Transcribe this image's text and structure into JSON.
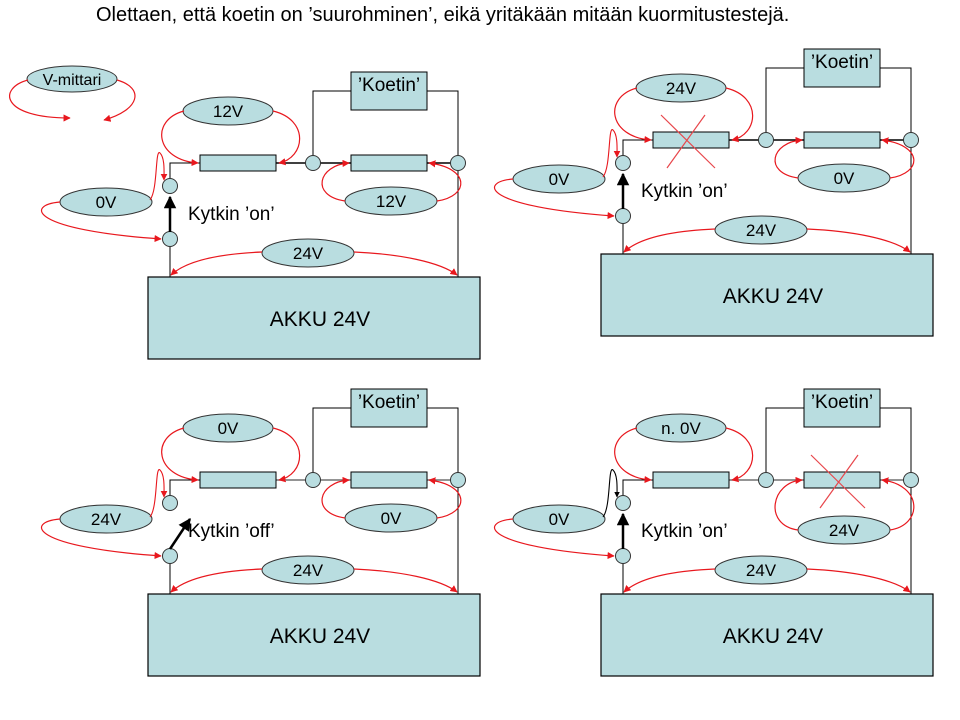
{
  "title": "Olettaen, että koetin on ’suurohminen’, eikä yritäkään mitään kuormitustestejä.",
  "colors": {
    "component_fill": "#b9dde0",
    "outline": "#000000",
    "arrow": "#e8181e",
    "fault_cross": "#e8474c",
    "wire": "#000000",
    "wire_grey": "#707070"
  },
  "legend": {
    "meter_label": "V-mittari"
  },
  "panels": [
    {
      "id": "top-left",
      "probe_label": "’Koetin’",
      "battery_label": "AKKU 24V",
      "switch_label": "Kytkin ’on’",
      "switch_state": "on",
      "readings": {
        "resistor1": "12V",
        "resistor2": "12V",
        "switch": "0V",
        "battery": "24V"
      },
      "faulty_resistor": null
    },
    {
      "id": "top-right",
      "probe_label": "’Koetin’",
      "battery_label": "AKKU 24V",
      "switch_label": "Kytkin ’on’",
      "switch_state": "on",
      "readings": {
        "resistor1": "24V",
        "resistor2": "0V",
        "switch": "0V",
        "battery": "24V"
      },
      "faulty_resistor": 1
    },
    {
      "id": "bottom-left",
      "probe_label": "’Koetin’",
      "battery_label": "AKKU 24V",
      "switch_label": "Kytkin ’off’",
      "switch_state": "off",
      "readings": {
        "resistor1": "0V",
        "resistor2": "0V",
        "switch": "24V",
        "battery": "24V"
      },
      "faulty_resistor": null
    },
    {
      "id": "bottom-right",
      "probe_label": "’Koetin’",
      "battery_label": "AKKU 24V",
      "switch_label": "Kytkin ’on’",
      "switch_state": "on",
      "readings": {
        "resistor1": "n. 0V",
        "resistor2": "24V",
        "switch": "0V",
        "battery": "24V"
      },
      "faulty_resistor": 2
    }
  ]
}
